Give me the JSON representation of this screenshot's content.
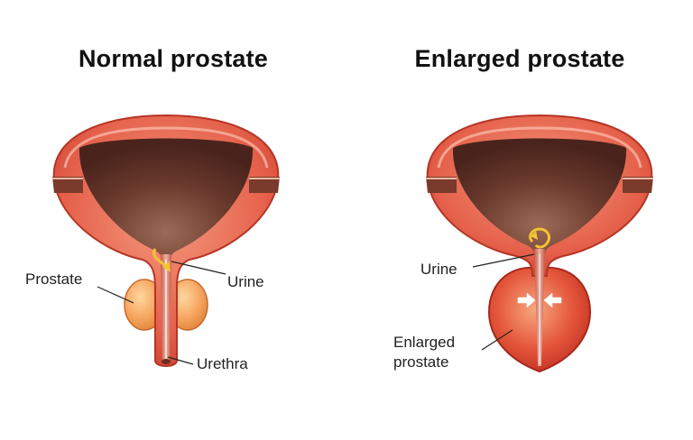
{
  "left": {
    "title": "Normal prostate",
    "labels": {
      "prostate": "Prostate",
      "urine": "Urine",
      "urethra": "Urethra"
    }
  },
  "right": {
    "title": "Enlarged prostate",
    "labels": {
      "urine": "Urine",
      "enlarged_line1": "Enlarged",
      "enlarged_line2": "prostate"
    }
  },
  "colors": {
    "bladder_wall": "#e96a56",
    "bladder_interior": "#5b3128",
    "prostate_normal": "#f5a25c",
    "prostate_enlarged": "#d9412c",
    "urine_arrow": "#f2c531"
  }
}
